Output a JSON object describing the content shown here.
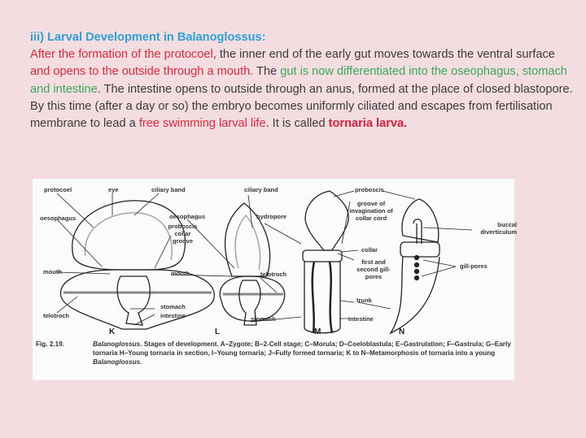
{
  "heading": "iii) Larval Development in Balanoglossus:",
  "paragraph1": {
    "s1": "After the formation of the protocoel",
    "s2": ", the inner end of the early gut moves towards the ventral surface ",
    "s3": "and opens to the outside through a mouth.",
    "s4": " The ",
    "s5": "gut is now differentiated into the oseophagus, stomach and intestine",
    "s6": ". The intestine opens to outside through an anus, formed at the place of closed blastopore."
  },
  "paragraph2": {
    "s1": "By this time (after a day or so) the embryo becomes uniformly ciliated and escapes from fertilisation membrane to lead a ",
    "s2": "free swimming larval life",
    "s3": ". It is called ",
    "s4": "tornaria larva."
  },
  "figure": {
    "labels": {
      "protocoel": "protocoel",
      "eye": "eye",
      "ciliary_band_k": "ciliary band",
      "oesophagus_k": "oesophagus",
      "proboscis_collar_groove": "proboscis collar groove",
      "mouth_k": "mouth",
      "telotroch_k": "telotroch",
      "stomach_k": "stomach",
      "intestine_k": "intestine",
      "ciliary_band_l": "ciliary band",
      "oesophagus_l": "oesophagus",
      "hydropore": "hydropore",
      "mouth_l": "mouth",
      "telotroch_l": "telotroch",
      "stomach_l": "stomach",
      "proboscis": "proboscis",
      "groove": "groove of invagination of collar cord",
      "collar": "collar",
      "first_second_gill_pores": "first and second gill-pores",
      "trunk": "trunk",
      "intestine_m": "intestine",
      "buccal_diverticulum": "buccal diverticulum",
      "gill_pores": "gill-pores"
    },
    "stages": [
      "K",
      "L",
      "M",
      "N"
    ],
    "caption_label": "Fig. 2.19.",
    "caption_genus": "Balanoglossus",
    "caption_text": ". Stages of development. A–Zygote; B–2-Cell stage; C–Morula; D–Coeloblastula; E–Gastrulation; F–Gastrula; G–Early tornaria H–Young tornaria in section, I–Young tornaria; J–Fully formed tornaria; K to N–Metamorphosis of tornaria into a young ",
    "caption_end": "."
  }
}
